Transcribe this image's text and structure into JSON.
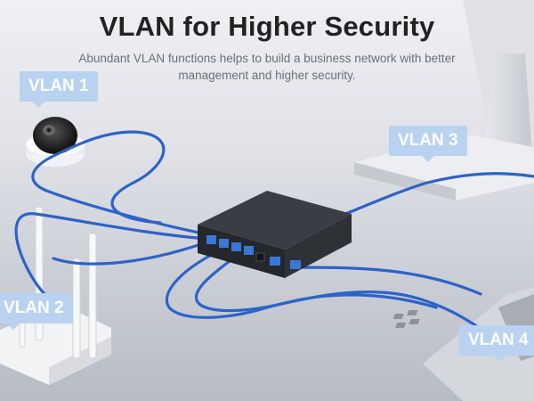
{
  "header": {
    "title": "VLAN for Higher Security",
    "subtitle": "Abundant VLAN functions helps to build a business network with better management and higher security."
  },
  "labels": {
    "vlan1": "VLAN 1",
    "vlan2": "VLAN 2",
    "vlan3": "VLAN 3",
    "vlan4": "VLAN 4"
  },
  "colors": {
    "background": "#c9ccd3",
    "tag": "#b9d2f0",
    "cable": "#2d63c8",
    "switch_body": "#2b2e33",
    "port_accent": "#3a78d8"
  }
}
